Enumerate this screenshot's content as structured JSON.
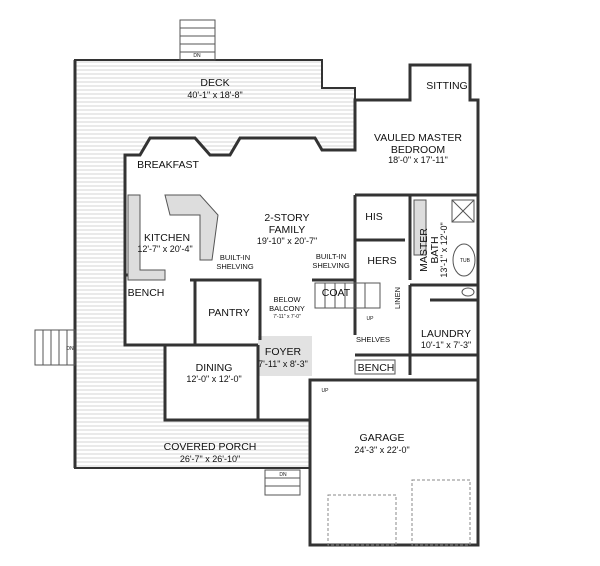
{
  "plan": {
    "rooms": {
      "deck": {
        "name": "DECK",
        "dims": "40'-1\" x 18'-8\""
      },
      "sitting": {
        "name": "SITTING"
      },
      "master_bedroom": {
        "name_line1": "VAULED MASTER",
        "name_line2": "BEDROOM",
        "dims": "18'-0\" x 17'-11\""
      },
      "breakfast": {
        "name": "BREAKFAST"
      },
      "kitchen": {
        "name": "KITCHEN",
        "dims": "12'-7\" x 20'-4\""
      },
      "family": {
        "name_line1": "2-STORY",
        "name_line2": "FAMILY",
        "dims": "19'-10\" x 20'-7\""
      },
      "builtin_left": {
        "line1": "BUILT-IN",
        "line2": "SHELVING"
      },
      "builtin_right": {
        "line1": "BUILT-IN",
        "line2": "SHELVING"
      },
      "his": {
        "name": "HIS"
      },
      "hers": {
        "name": "HERS"
      },
      "master_bath": {
        "name_line1": "MASTER",
        "name_line2": "BATH",
        "dims": "13'-1\" x 12'-0\""
      },
      "coat": {
        "name": "COAT"
      },
      "linen": {
        "name": "LINEN"
      },
      "bench_kitchen": {
        "name": "BENCH"
      },
      "pantry": {
        "name": "PANTRY"
      },
      "below_balcony": {
        "name_line1": "BELOW",
        "name_line2": "BALCONY",
        "dims": "7'-11\" x 7'-0\""
      },
      "shelves": {
        "name": "SHELVES"
      },
      "laundry": {
        "name": "LAUNDRY",
        "dims": "10'-1\" x 7'-3\""
      },
      "dining": {
        "name": "DINING",
        "dims": "12'-0\" x 12'-0\""
      },
      "foyer": {
        "name": "FOYER",
        "dims": "7'-11\" x 8'-3\""
      },
      "bench_mudroom": {
        "name": "BENCH"
      },
      "covered_porch": {
        "name": "COVERED PORCH",
        "dims": "26'-7\" x 26'-10\""
      },
      "garage": {
        "name": "GARAGE",
        "dims": "24'-3\" x 22'-0\""
      }
    },
    "stairs": {
      "up": "UP",
      "dn": "DN"
    },
    "fixtures": {
      "tub": "TUB"
    }
  }
}
